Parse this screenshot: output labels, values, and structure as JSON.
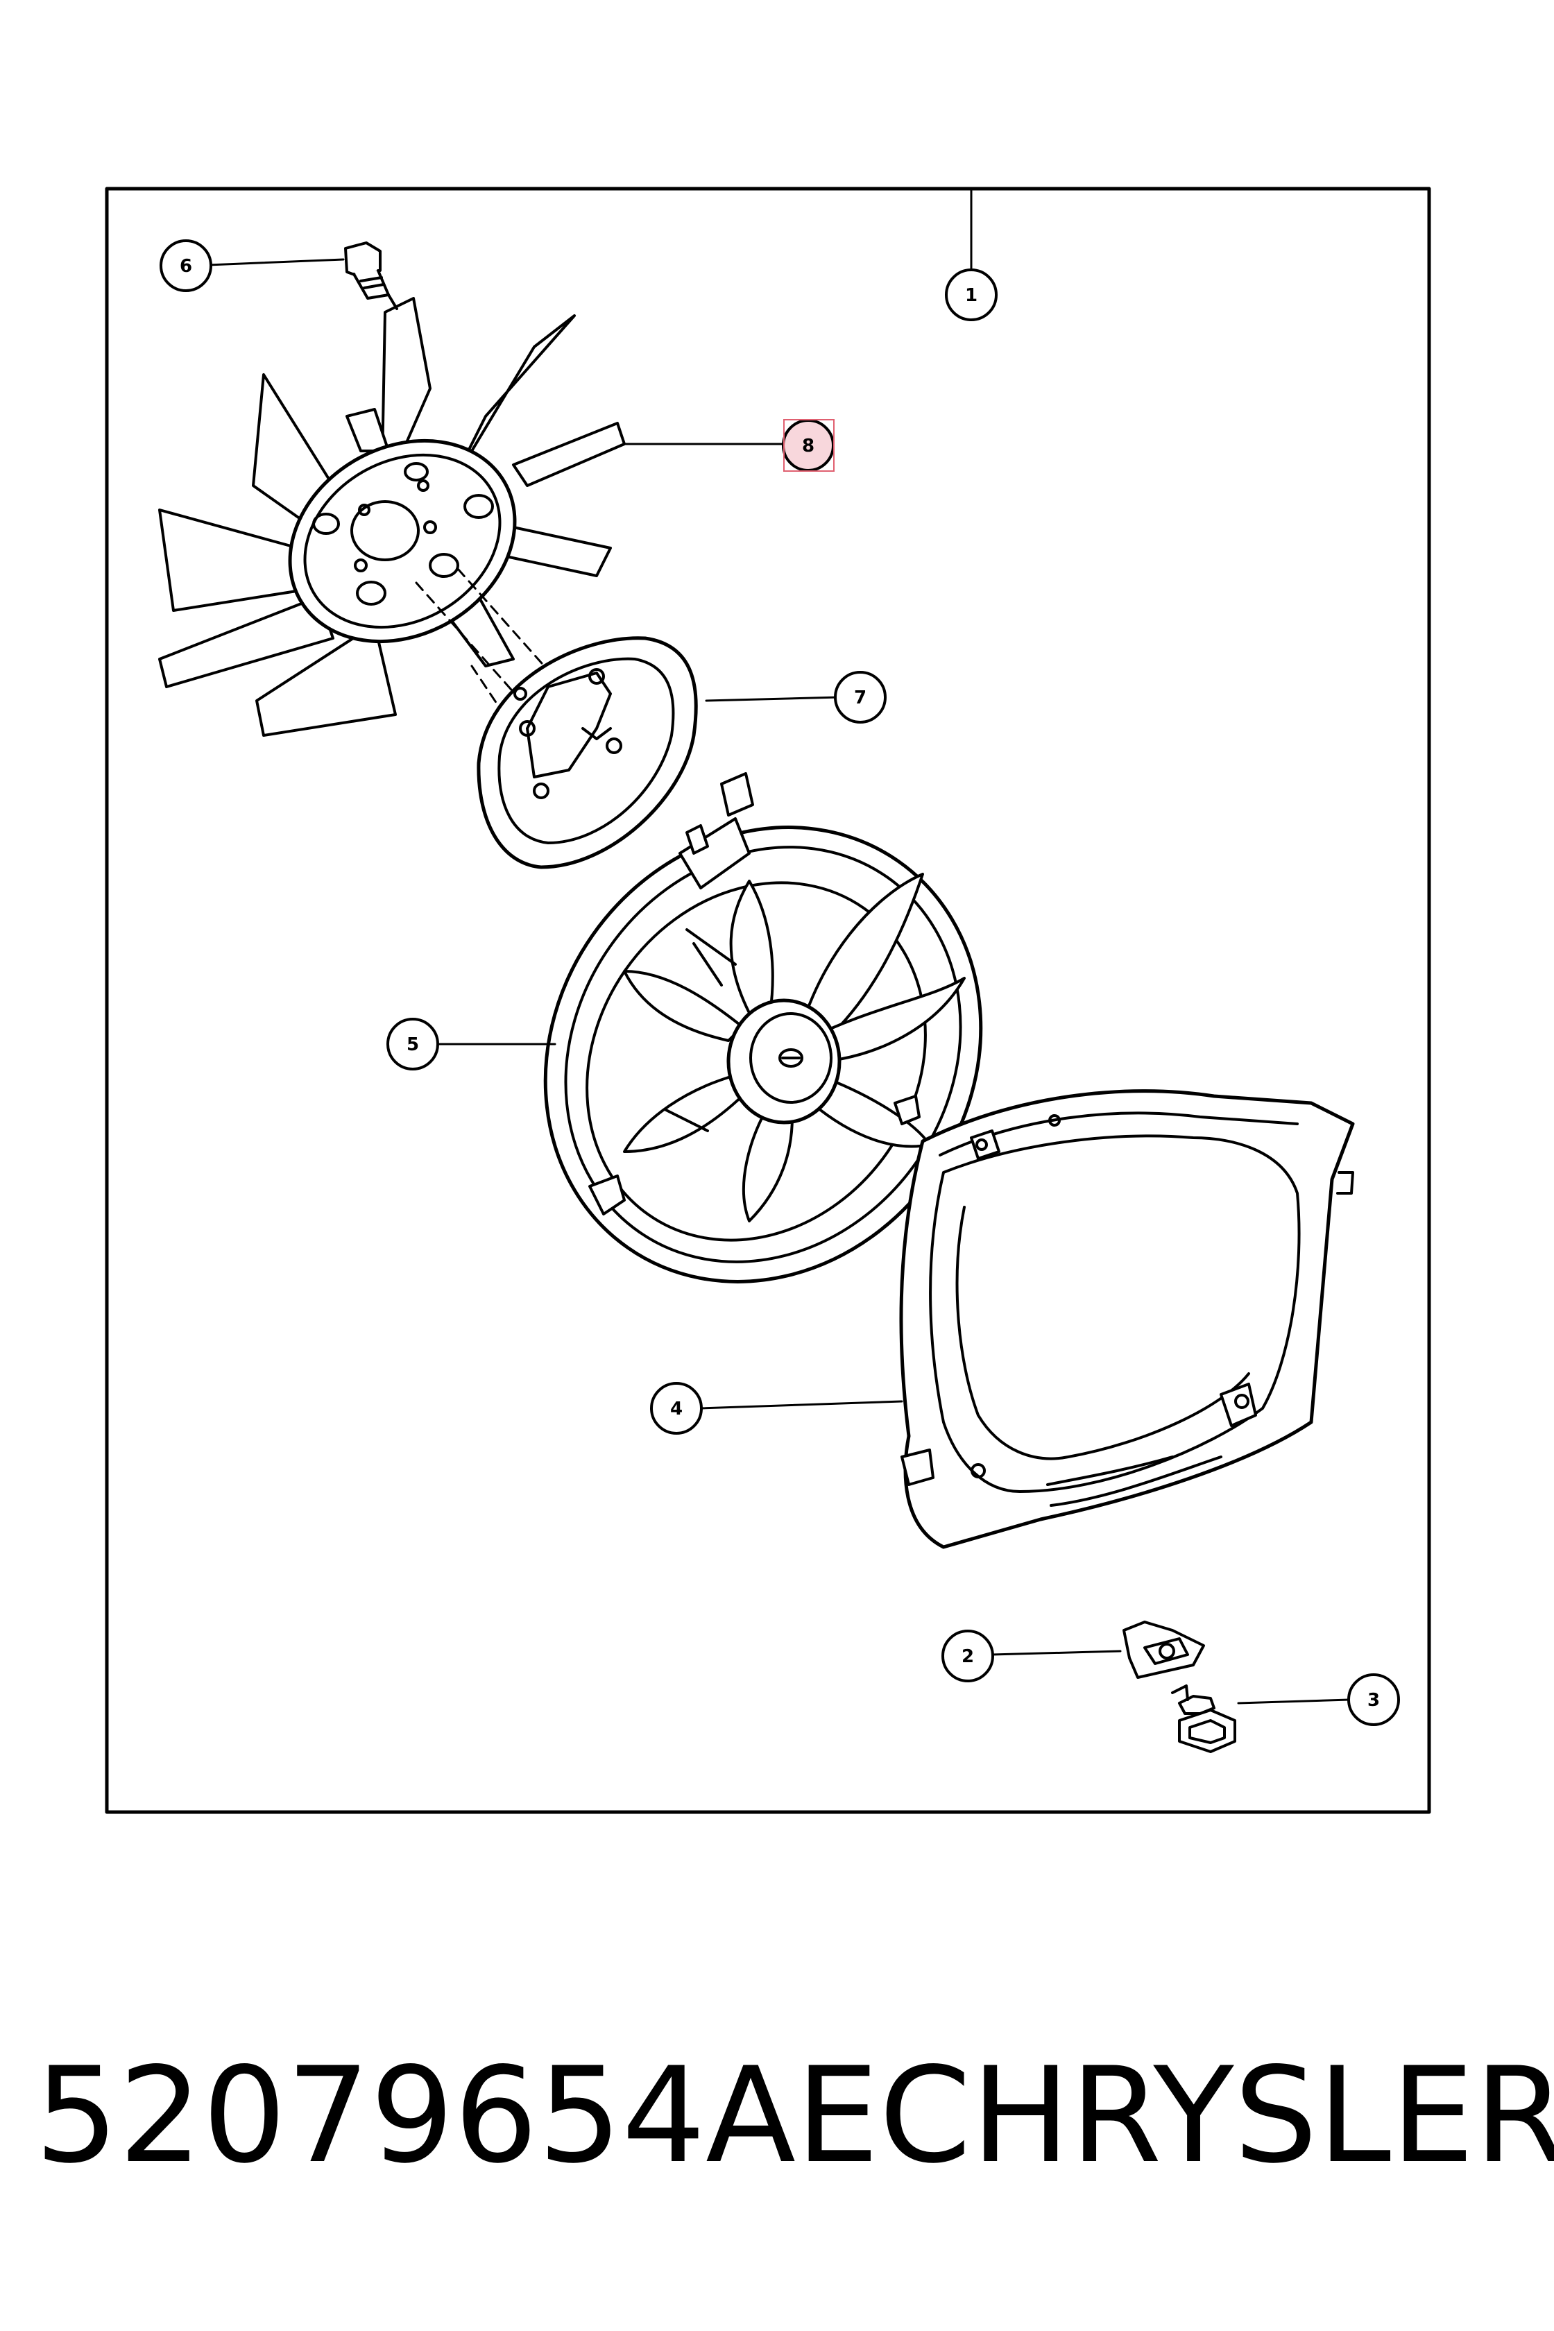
{
  "diagram": {
    "callouts": [
      {
        "id": "1",
        "label": "1"
      },
      {
        "id": "2",
        "label": "2"
      },
      {
        "id": "3",
        "label": "3"
      },
      {
        "id": "4",
        "label": "4"
      },
      {
        "id": "5",
        "label": "5"
      },
      {
        "id": "6",
        "label": "6"
      },
      {
        "id": "7",
        "label": "7"
      },
      {
        "id": "8",
        "label": "8",
        "highlighted": true
      }
    ],
    "highlight_color": "#f8d7dc",
    "highlight_border": "#e06070"
  },
  "caption": {
    "part_number": "52079654AE",
    "brand": "CHRYSLER"
  }
}
